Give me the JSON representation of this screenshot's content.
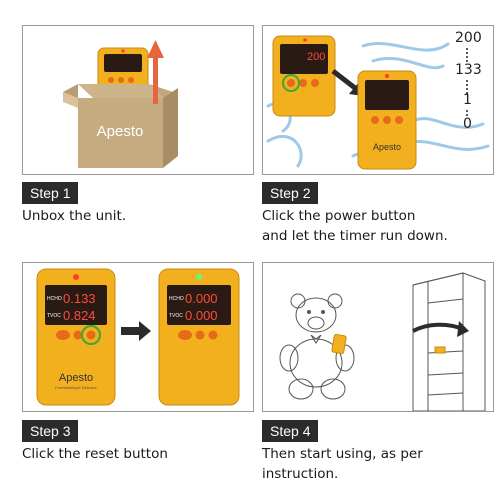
{
  "steps": [
    {
      "badge": "Step 1",
      "caption_lines": [
        "Unbox the unit."
      ]
    },
    {
      "badge": "Step 2",
      "caption_lines": [
        "Click the power button",
        "and let the timer run down."
      ]
    },
    {
      "badge": "Step 3",
      "caption_lines": [
        "Click the reset button"
      ]
    },
    {
      "badge": "Step 4",
      "caption_lines": [
        "Then start using, as per",
        "instruction."
      ]
    }
  ],
  "box": {
    "brand": "Apesto"
  },
  "device": {
    "brand": "Apesto",
    "subtitle": "Formaldehyde Detector",
    "label_hcho": "HCHO",
    "label_tvoc": "TVOC"
  },
  "timer": {
    "values": [
      "200",
      "133",
      "1",
      "0"
    ]
  },
  "step2_display": {
    "top": "200",
    "bottom": ""
  },
  "step3_before": {
    "hcho": "0.133",
    "tvoc": "0.824"
  },
  "step3_after": {
    "hcho": "0.000",
    "tvoc": "0.000"
  },
  "colors": {
    "device_body": "#f2b01e",
    "display": "#2a1a14",
    "digits_red": "#ff4b3a",
    "highlight_green": "#3aa83a",
    "arrow": "#2b2b2b",
    "badge": "#2b2b2b"
  }
}
